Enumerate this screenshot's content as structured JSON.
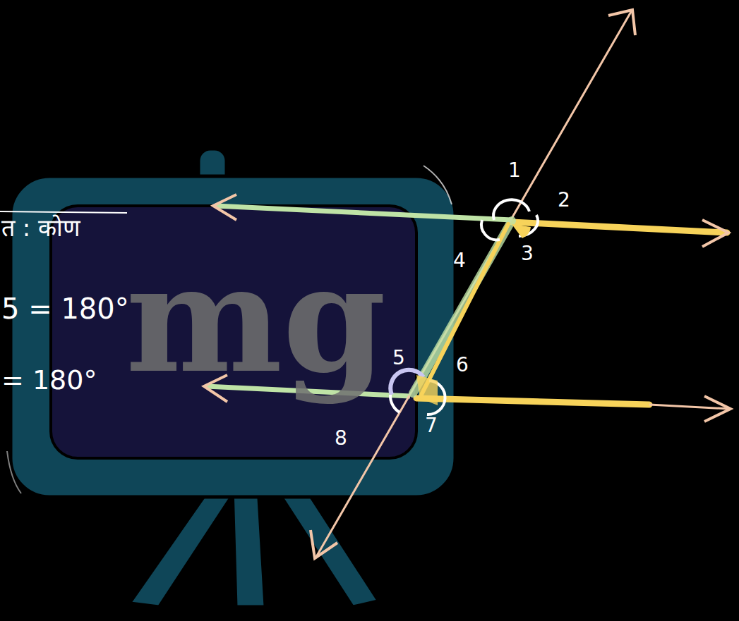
{
  "diagram": {
    "labels": [
      "त : कोण",
      "5 = 180°",
      "= 180°",
      "mg",
      "1",
      "2",
      "3",
      "4",
      "5",
      "6",
      "7",
      "8"
    ]
  }
}
